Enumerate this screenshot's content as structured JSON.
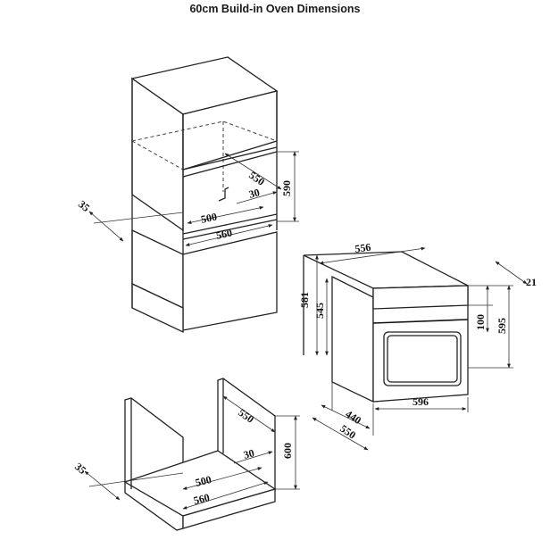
{
  "title": "60cm Build-in Oven Dimensions",
  "tall_cabinet": {
    "depth_top": "550",
    "inner_depth": "30",
    "width_inner": "500",
    "width_outer": "560",
    "height": "590",
    "offset": "35"
  },
  "oven": {
    "width": "556",
    "height_total": "581",
    "height_body": "545",
    "panel": "100",
    "front_height": "595",
    "front_depth": "21",
    "depth_body": "440",
    "depth_total": "550",
    "front_width": "596"
  },
  "under_counter": {
    "depth": "550",
    "inner_depth": "30",
    "width_inner": "500",
    "width_outer": "560",
    "height": "600",
    "offset": "35"
  }
}
